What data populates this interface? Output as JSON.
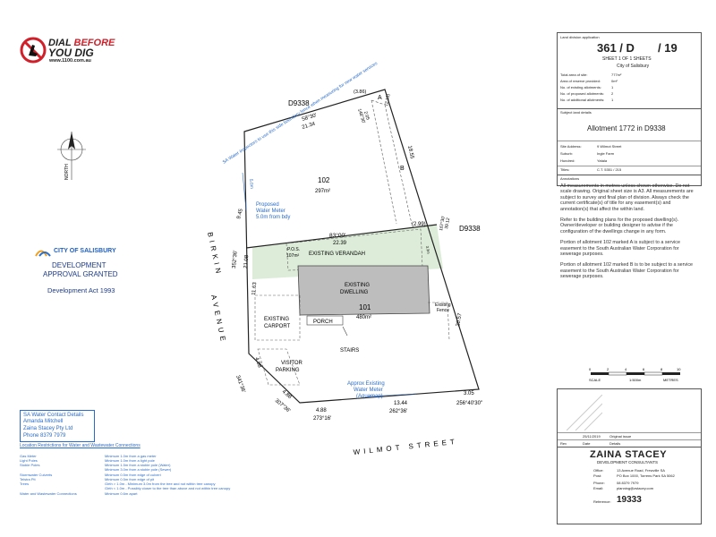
{
  "dbyd": {
    "line1a": "DIAL ",
    "line1b": "BEFORE",
    "line2": "YOU DIG",
    "url": "www.1100.com.au"
  },
  "north": "NORTH",
  "council": {
    "name": "CITY OF SALISBURY",
    "approval_1": "DEVELOPMENT",
    "approval_2": "APPROVAL GRANTED",
    "act": "Development Act 1993"
  },
  "water_contact": {
    "title": "SA Water Contact Details",
    "name": "Amanda Mitchell",
    "company": "Zaina Stacey Pty Ltd",
    "phone": "Phone 8379 7979"
  },
  "restrictions": {
    "heading": "Location Restrictions for Water and Wastewater Connections",
    "rows": [
      {
        "item": "Gas Meter",
        "rule": "Minimum 1.0m from a gas meter"
      },
      {
        "item": "Light Poles",
        "rule": "Minimum 1.0m from a light pole"
      },
      {
        "item": "Stobie Poles",
        "rule": "Minimum 1.5m from a stobie pole (Water)"
      },
      {
        "item": "",
        "rule": "Minimum 3.0m from a stobie pole (Sewer)"
      },
      {
        "item": "Stormwater Culverts",
        "rule": "Minimum 0.5m from edge of culvert"
      },
      {
        "item": "Telstra Pit",
        "rule": "Minimum 0.5m from edge of pit"
      },
      {
        "item": "Trees",
        "rule": "Girth > 1.0m - Minimum 3.0m from the tree and not within tree canopy"
      },
      {
        "item": "",
        "rule": "Girth < 1.0m - Possibly closer to the tree than above and not within tree canopy"
      },
      {
        "item": "Water and Wastewater Connections",
        "rule": "Minimum 0.6m apart"
      }
    ]
  },
  "plan": {
    "d9338_top": "D9338",
    "d9338_right": "D9338",
    "brg_top": "58°30'",
    "dist_top": "21.34",
    "brg_a": "(3.86)",
    "lbl_a": "A",
    "dist_215": "(2.15)",
    "dist_205": "2.05",
    "brg_148": "148°30'",
    "dist_1855": "18.55",
    "lbl_b": "B",
    "lot102": "102",
    "lot102_area": "297m²",
    "inspector_note": "SA Water inspectors to use this side boundary fence when measuring for new water services",
    "dist_50": "5.0m",
    "meter1_a": "Proposed",
    "meter1_b": "Water Meter",
    "meter1_c": "5.0m from bdy",
    "dist_945": "9.45",
    "brg_8300": "83°00'",
    "dist_299": "(2.99)",
    "dist_2239": "22.39",
    "brg_167": "167°30'",
    "dist_3912": "39.12",
    "brg_352": "352°36'",
    "dist_2108": "21.08",
    "pos_a": "P.O.S.",
    "pos_b": "107m²",
    "verandah": "EXISTING   VERANDAH",
    "dist_33": "3.3m",
    "dist_1163": "11.63",
    "dwelling_a": "EXISTING",
    "dwelling_b": "DWELLING",
    "lot101": "101",
    "lot101_area": "480m²",
    "fence_a": "Existing",
    "fence_b": "Fence",
    "dist_2057": "20.57",
    "carport_a": "EXISTING",
    "carport_b": "CARPORT",
    "porch": "PORCH",
    "stairs": "STAIRS",
    "visitor_a": "VISITOR",
    "visitor_b": "PARKING",
    "brg_341": "341°36'",
    "dist_488a": "4.88",
    "dist_488b": "4.88",
    "brg_307": "307°36'",
    "dist_488c": "4.88",
    "brg_273": "273°16'",
    "meter2_a": "Approx Existing",
    "meter2_b": "Water Meter",
    "meter2_c": "(Aquamap)",
    "dist_1344": "13.44",
    "brg_262": "262°36'",
    "dist_305": "3.05",
    "brg_256": "256°40'30\"",
    "street_birkin": "BIRKIN",
    "street_avenue": "AVENUE",
    "street_wilmot": "WILMOT   STREET"
  },
  "titleblock": {
    "application_label": "Land division application",
    "app_no": "361 / D",
    "app_year": "/ 19",
    "sheet": "SHEET  1  OF  1  SHEETS",
    "council": "City of Salisbury",
    "stats": [
      {
        "k": "Total area of site:",
        "v": "777m²"
      },
      {
        "k": "Area of reserve provided:",
        "v": "0m²"
      },
      {
        "k": "No. of existing allotments:",
        "v": "1"
      },
      {
        "k": "No. of proposed allotments:",
        "v": "2"
      },
      {
        "k": "No. of additional allotments:",
        "v": "1"
      }
    ],
    "subject_label": "Subject land details",
    "allotment": "Allotment 1772 in D9338",
    "details": [
      {
        "k": "Site Address:",
        "v": "9 Wilmot Street"
      },
      {
        "k": "Suburb:",
        "v": "Ingle Farm"
      },
      {
        "k": "Hundred:",
        "v": "Yatala"
      }
    ],
    "title_k": "Titles:",
    "title_v": "C.T. 5351 / 215",
    "annotations_label": "Annotations",
    "notes": [
      "All measurements in metres unless shown otherwise. Do not scale drawing. Original sheet size is A3. All measurements are subject to survey and final plan of division. Always check the current certificate(s) of title for any easement(s) and annotation(s) that affect the within land.",
      "Refer to the building plans for the proposed dwelling(s). Owner/developer or building designer to advise if the configuration of the dwellings change in any form.",
      "Portion of allotment 102 marked A is subject to a service easement to the South Australian Water Corporation for sewerage purposes.",
      "Portion of allotment 102 marked B is to be subject to a service easement to the South Australian Water Corporation for sewerage purposes."
    ],
    "scale_ticks": [
      "0",
      "2",
      "4",
      "6",
      "8",
      "10"
    ],
    "scale_label": "SCALE",
    "scale_ratio": "1:500m",
    "scale_unit": "METRES",
    "rev_date": "25/11/2019",
    "rev_desc": "Original issue",
    "rev_h1": "Rev",
    "rev_h2": "Date",
    "rev_h3": "Details",
    "company": "ZAINA STACEY",
    "company_sub": "DEVELOPMENT  CONSULTANTS",
    "contact": [
      {
        "k": "Office:",
        "v": "13 Avenue Road, Frewville SA"
      },
      {
        "k": "Post:",
        "v": "PO Box 1000, Torrens Park SA 5062"
      },
      {
        "k": "Phone:",
        "v": "08 8379 7979"
      },
      {
        "k": "Email:",
        "v": "planning@zstacey.com"
      }
    ],
    "ref_label": "Reference:",
    "ref": "19333"
  }
}
